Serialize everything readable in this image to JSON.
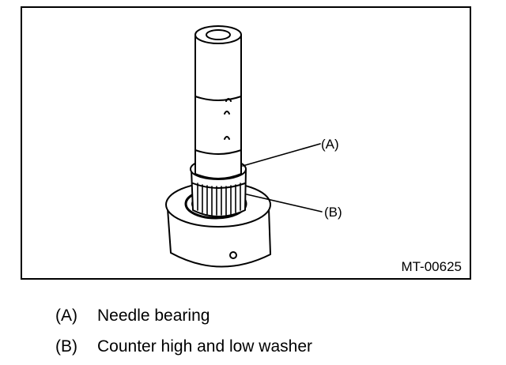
{
  "figure": {
    "code": "MT-00625",
    "callouts": [
      {
        "label": "(A)"
      },
      {
        "label": "(B)"
      }
    ]
  },
  "legend": [
    {
      "key": "(A)",
      "text": "Needle bearing"
    },
    {
      "key": "(B)",
      "text": "Counter high and low washer"
    }
  ]
}
